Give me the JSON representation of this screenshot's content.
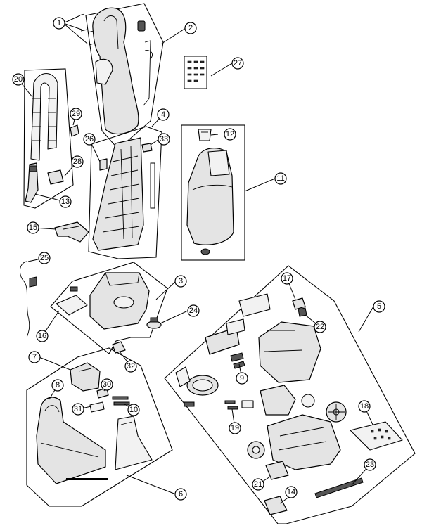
{
  "callouts": {
    "c1": "1",
    "c2": "2",
    "c3": "3",
    "c4": "4",
    "c5": "5",
    "c6": "6",
    "c7": "7",
    "c8": "8",
    "c9": "9",
    "c10": "10",
    "c11": "11",
    "c12": "12",
    "c13": "13",
    "c14": "14",
    "c15": "15",
    "c16": "16",
    "c17": "17",
    "c18": "18",
    "c19": "19",
    "c20": "20",
    "c21": "21",
    "c22": "22",
    "c23": "23",
    "c24": "24",
    "c25": "25",
    "c26": "26",
    "c27": "27",
    "c28": "28",
    "c29": "29",
    "c30": "30",
    "c31": "31",
    "c32": "32",
    "c33": "33"
  }
}
